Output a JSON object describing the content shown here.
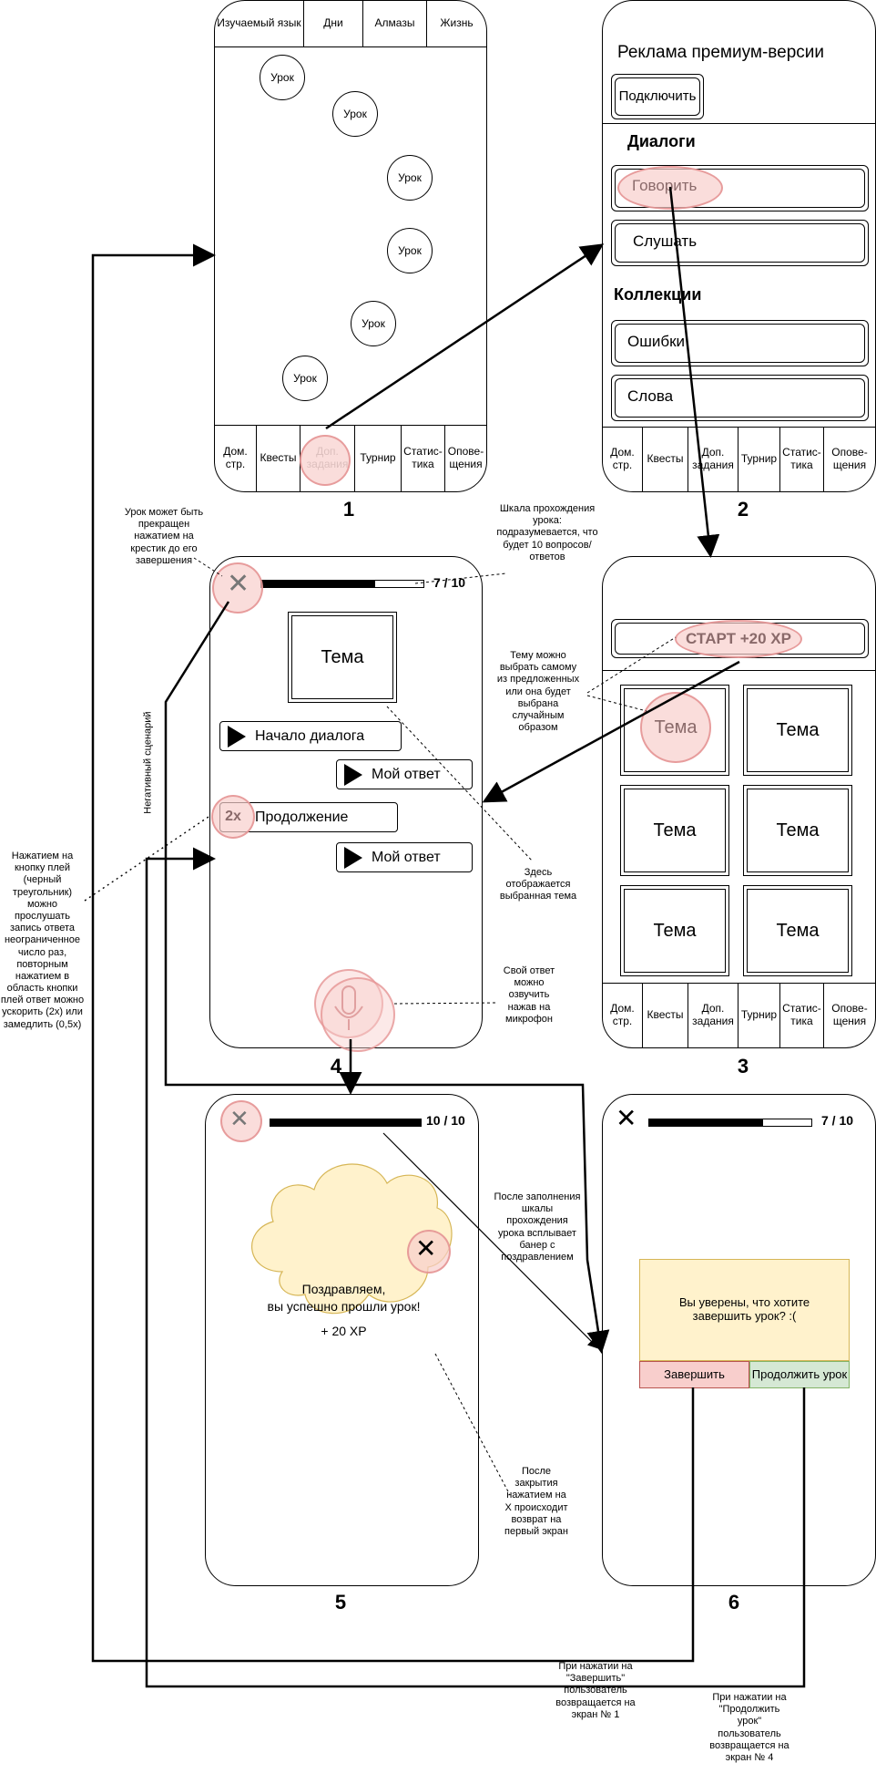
{
  "screen1": {
    "label": "1",
    "top_tabs": [
      "Изучаемый язык",
      "Дни",
      "Алмазы",
      "Жизнь"
    ],
    "lesson_label": "Урок",
    "nav": [
      "Дом. стр.",
      "Квесты",
      "Доп. задания",
      "Турнир",
      "Статис-тика",
      "Опове-щения"
    ]
  },
  "screen2": {
    "label": "2",
    "premium_title": "Реклама премиум-версии",
    "connect_button": "Подключить",
    "dialogs_heading": "Диалоги",
    "speak_button": "Говорить",
    "listen_button": "Слушать",
    "collections_heading": "Коллекции",
    "mistakes_button": "Ошибки",
    "words_button": "Слова",
    "nav": [
      "Дом. стр.",
      "Квесты",
      "Доп. задания",
      "Турнир",
      "Статис-тика",
      "Опове-щения"
    ]
  },
  "screen3": {
    "label": "3",
    "start_button": "СТАРТ +20 XP",
    "theme_label": "Тема",
    "nav": [
      "Дом. стр.",
      "Квесты",
      "Доп. задания",
      "Турнир",
      "Статис-тика",
      "Опове-щения"
    ]
  },
  "screen4": {
    "label": "4",
    "progress_text": "7 / 10",
    "progress_fraction": 0.7,
    "theme_box": "Тема",
    "dialog_start": "Начало диалога",
    "my_answer": "Мой ответ",
    "continuation": "Продолжение",
    "speed_badge": "2x"
  },
  "screen5": {
    "label": "5",
    "progress_text": "10 / 10",
    "progress_fraction": 1.0,
    "congrats_line1": "Поздравляем,",
    "congrats_line2": "вы успешно прошли урок!",
    "xp": "+ 20 XP"
  },
  "screen6": {
    "label": "6",
    "progress_text": "7 / 10",
    "progress_fraction": 0.7,
    "dialog_text": "Вы уверены, что хотите завершить урок? :(",
    "finish_button": "Завершить",
    "continue_button": "Продолжить урок"
  },
  "notes": {
    "cancel_lesson": "Урок может быть прекращен нажатием на крестик до его завершения",
    "progress_scale": "Шкала прохождения урока: подразумевается, что будет 10 вопросов/ответов",
    "choose_theme": "Тему можно выбрать самому из предложенных или она будет выбрана случайным образом",
    "selected_theme": "Здесь отображается выбранная тема",
    "microphone": "Свой ответ можно озвучить нажав на микрофон",
    "negative_scenario": "Негативный сценарий",
    "play_button": "Нажатием на кнопку плей (черный треугольник) можно прослушать запись ответа неограниченное число раз, повторным нажатием в область кнопки плей ответ можно ускорить (2x) или замедлить (0,5x)",
    "after_progress": "После заполнения шкалы прохождения урока всплывает банер с поздравлением",
    "after_close": "После закрытия нажатием на X происходит возврат на первый экран",
    "on_finish": "При нажатии на \"Завершить\" пользователь возвращается на экран № 1",
    "on_continue": "При нажатии на \"Продолжить урок\" пользователь возвращается на экран № 4"
  }
}
